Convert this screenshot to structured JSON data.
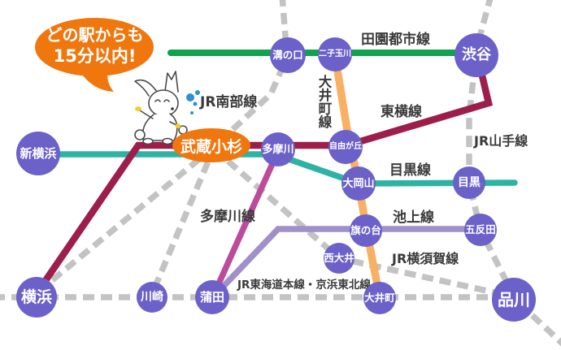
{
  "callout": {
    "line1": "どの駅からも",
    "line2": "15分以内!"
  },
  "hub": {
    "label": "武蔵小杉"
  },
  "stations": {
    "shin_yokohama": {
      "label": "新横浜"
    },
    "yokohama": {
      "label": "横浜"
    },
    "mizonokuchi": {
      "label": "溝の口"
    },
    "futako_tamagawa": {
      "label": "二子玉川"
    },
    "shibuya": {
      "label": "渋谷"
    },
    "tamagawa": {
      "label": "多摩川"
    },
    "jiyugaoka": {
      "label": "自由が丘"
    },
    "ookayama": {
      "label": "大岡山"
    },
    "meguro": {
      "label": "目黒"
    },
    "hatanodai": {
      "label": "旗の台"
    },
    "gotanda": {
      "label": "五反田"
    },
    "nishi_oi": {
      "label": "西大井"
    },
    "oimachi": {
      "label": "大井町"
    },
    "kamata": {
      "label": "蒲田"
    },
    "kawasaki": {
      "label": "川崎"
    },
    "shinagawa": {
      "label": "品川"
    }
  },
  "lines": {
    "jr_nambu": "JR南部線",
    "denentoshi": "田園都市線",
    "oimachi_line": "大井町線",
    "toyoko": "東横線",
    "jr_yamanote": "JR山手線",
    "meguro_line": "目黒線",
    "tamagawa_line": "多摩川線",
    "ikegami": "池上線",
    "jr_yokosuka": "JR横須賀線",
    "jr_tokaido": "JR東海道本線・京浜東北線"
  },
  "colors": {
    "station_purple": "#6b61c8",
    "hub_orange": "#f0760e",
    "callout_orange": "#f0760e",
    "line_green": "#10a24c",
    "line_crimson": "#9d1e49",
    "line_teal": "#2cb3a3",
    "line_magenta": "#bd4b9c",
    "line_light_purple": "#9f90c9",
    "line_orange": "#f8b062",
    "line_gray": "#c3c3c3",
    "bubble_blue": "#2f8fd0",
    "accent_yellow": "#f2d02a"
  }
}
